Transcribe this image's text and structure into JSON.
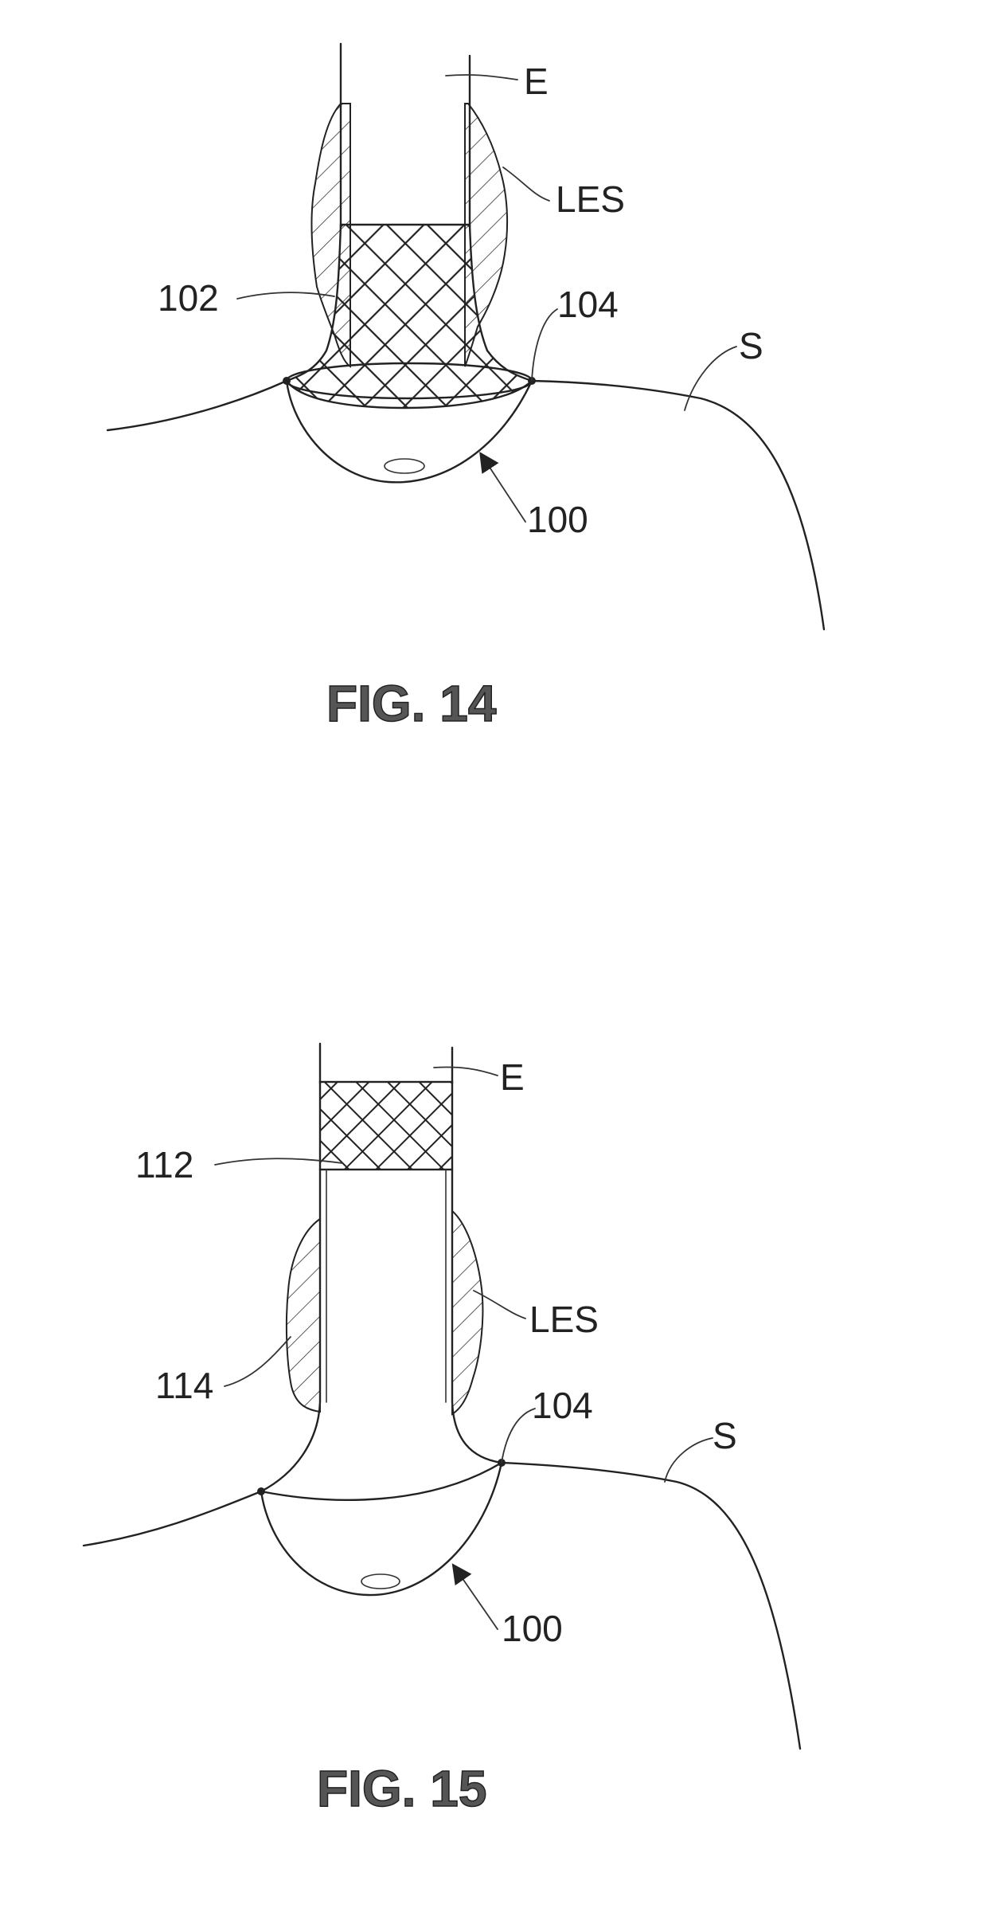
{
  "figures": [
    {
      "caption": "FIG. 14",
      "labels": {
        "esophagus": "E",
        "les": "LES",
        "mesh": "102",
        "junction": "104",
        "stomach": "S",
        "device": "100"
      }
    },
    {
      "caption": "FIG. 15",
      "labels": {
        "esophagus": "E",
        "mesh": "112",
        "les": "LES",
        "sleeve": "114",
        "junction": "104",
        "stomach": "S",
        "device": "100"
      }
    }
  ],
  "colors": {
    "ink": "#222222",
    "caption_fill": "#555555",
    "paper": "#ffffff"
  }
}
